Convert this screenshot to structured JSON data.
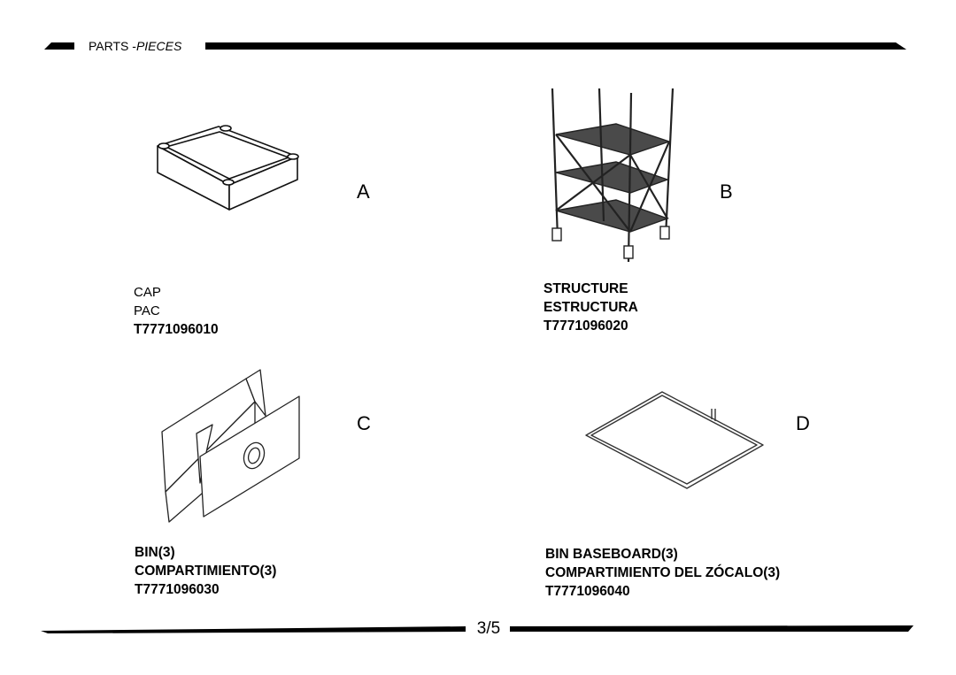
{
  "header": {
    "title_plain": "PARTS -",
    "title_italic": "PIECES"
  },
  "parts": [
    {
      "letter": "A",
      "lines": [
        "CAP",
        "PAC",
        "T7771096010"
      ],
      "illustration": "cap-tray-drawing"
    },
    {
      "letter": "B",
      "lines": [
        "STRUCTURE",
        "ESTRUCTURA",
        "T7771096020"
      ],
      "illustration": "shelf-structure-drawing"
    },
    {
      "letter": "C",
      "lines": [
        "BIN(3)",
        "COMPARTIMIENTO(3)",
        "T7771096030"
      ],
      "illustration": "folded-bin-drawing"
    },
    {
      "letter": "D",
      "lines": [
        "BIN BASEBOARD(3)",
        "COMPARTIMIENTO DEL ZÓCALO(3)",
        "T7771096040"
      ],
      "illustration": "baseboard-drawing"
    }
  ],
  "footer": {
    "page": "3/5"
  }
}
